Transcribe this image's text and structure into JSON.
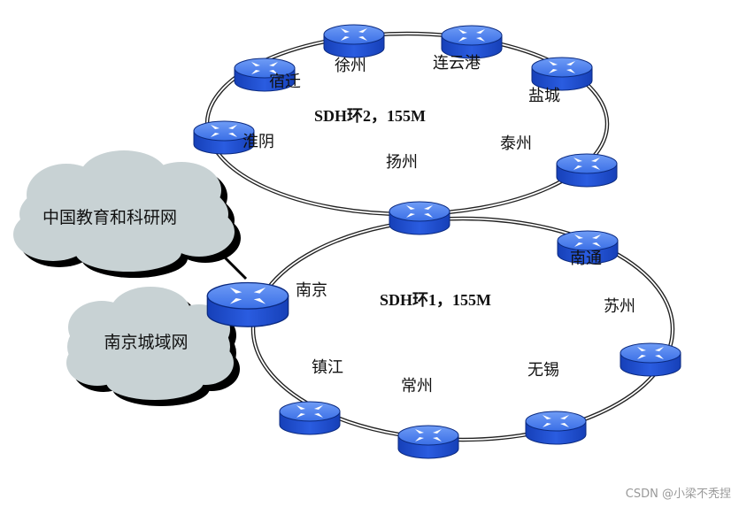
{
  "clouds": {
    "cernet": "中国教育和科研网",
    "metro": "南京城域网"
  },
  "ring2": {
    "title": "SDH环2，155M",
    "cities": [
      "宿迁",
      "徐州",
      "连云港",
      "盐城",
      "淮阴",
      "泰州",
      "扬州"
    ]
  },
  "ring1": {
    "title": "SDH环1，155M",
    "cities": [
      "南京",
      "南通",
      "苏州",
      "镇江",
      "常州",
      "无锡"
    ]
  },
  "watermark": "CSDN @小梁不秃捏",
  "colors": {
    "router_blue": "#1f4fd6",
    "router_top": "#4f86f0",
    "cloud_fill": "#c8d2d4",
    "cloud_shadow": "#000000"
  },
  "icons": [
    "router-icon",
    "cloud-icon"
  ]
}
